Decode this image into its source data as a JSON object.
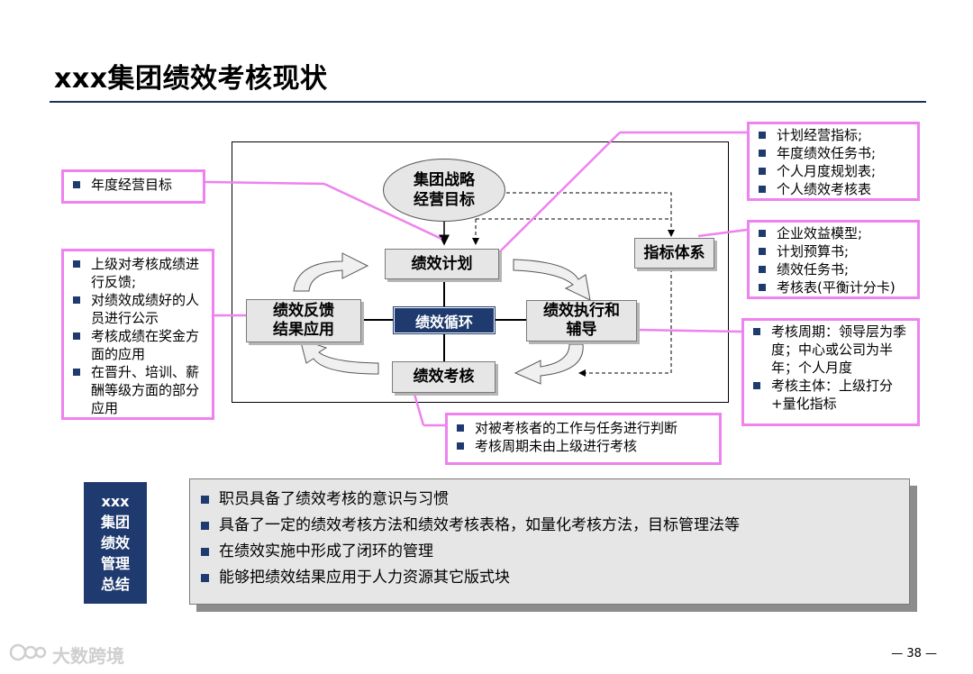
{
  "slide": {
    "title": "xxx集团绩效考核现状",
    "page_number": "— 38 —",
    "watermark": "大数跨境"
  },
  "diagram": {
    "strategy": "集团战略\n经营目标",
    "plan": "绩效计划",
    "indicators": "指标体系",
    "feedback": "绩效反馈\n结果应用",
    "cycle": "绩效循环",
    "execution": "绩效执行和\n辅导",
    "assessment": "绩效考核"
  },
  "callouts": {
    "annual_target": [
      "年度经营目标"
    ],
    "plan_docs": [
      "计划经营指标;",
      "年度绩效任务书;",
      "个人月度规划表;",
      "个人绩效考核表"
    ],
    "indicator_docs": [
      "企业效益模型;",
      "计划预算书;",
      "绩效任务书;",
      "考核表(平衡计分卡)"
    ],
    "feedback_items": [
      "上级对考核成绩进行反馈;",
      "对绩效成绩好的人员进行公示",
      "考核成绩在奖金方面的应用",
      "在晋升、培训、薪酬等级方面的部分应用"
    ],
    "execution_items": [
      "考核周期：领导层为季度；中心或公司为半年；个人月度",
      "考核主体：上级打分+量化指标"
    ],
    "assessment_items": [
      "对被考核者的工作与任务进行判断",
      "考核周期未由上级进行考核"
    ]
  },
  "summary": {
    "label": "xxx\n集团\n绩效\n管理\n总结",
    "items": [
      "职员具备了绩效考核的意识与习惯",
      "具备了一定的绩效考核方法和绩效考核表格，如量化考核方法，目标管理法等",
      "在绩效实施中形成了闭环的管理",
      "能够把绩效结果应用于人力资源其它版式块"
    ]
  },
  "colors": {
    "navy": "#1f3a6e",
    "callout_border": "#ee82ee",
    "node_fill": "#e6e6e6"
  }
}
